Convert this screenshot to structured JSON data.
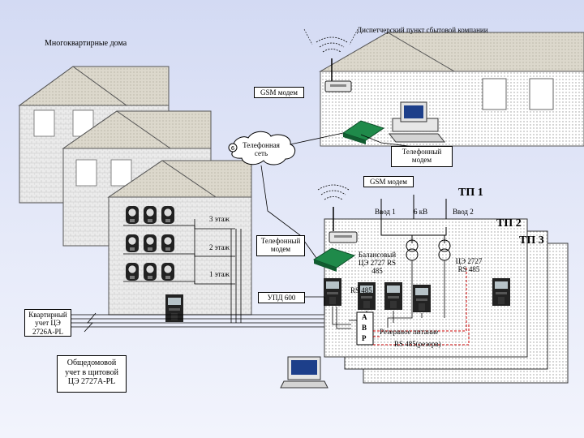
{
  "labels": {
    "dispatch_title": "Диспетчерский пункт сбытовой компании",
    "houses_title": "Многоквартирные дома",
    "gsm_modem_top": "GSM модем",
    "phone_network": "Телефонная сеть",
    "phone_modem_right": "Телефонный модем",
    "gsm_modem_mid": "GSM модем",
    "tp1": "ТП 1",
    "tp2": "ТП 2",
    "tp3": "ТП 3",
    "input1": "Ввод 1",
    "kv": "6 кВ",
    "input2": "Ввод 2",
    "floor3": "3 этаж",
    "floor2": "2 этаж",
    "floor1": "1 этаж",
    "phone_modem_left": "Телефонный модем",
    "balance_meter": "Балансовый ЦЭ 2727 RS 485",
    "meter_right": "ЦЭ 2727 RS 485",
    "upd": "УПД 600",
    "rs485": "RS 485",
    "apartment_meter": "Квартирный учет ЦЭ 2726А-PL",
    "avr_a": "А",
    "avr_v": "В",
    "avr_r": "Р",
    "reserve_power": "Резервное питание",
    "rs485_reserve": "RS 485(резерв)",
    "common_meter": "Общедомовой учет в щитовой ЦЭ 2727А-PL"
  },
  "colors": {
    "background": "#dfe4f7",
    "wall": "#ebebeb",
    "roof": "#dcd8cc",
    "window": "#ffffff",
    "modem_green": "#1f8a4a",
    "reserve_line": "#cc0000"
  }
}
